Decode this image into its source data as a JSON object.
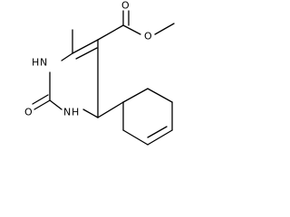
{
  "molecule": {
    "atoms": {
      "ester_carbonyl_oxygen": "O",
      "ester_ether_oxygen": "O",
      "ring_nitrogen_top": "N",
      "ring_nitrogen_top_hydrogen": "H",
      "ring_nitrogen_bottom": "N",
      "ring_nitrogen_bottom_hydrogen": "H",
      "urea_oxygen": "O"
    }
  }
}
